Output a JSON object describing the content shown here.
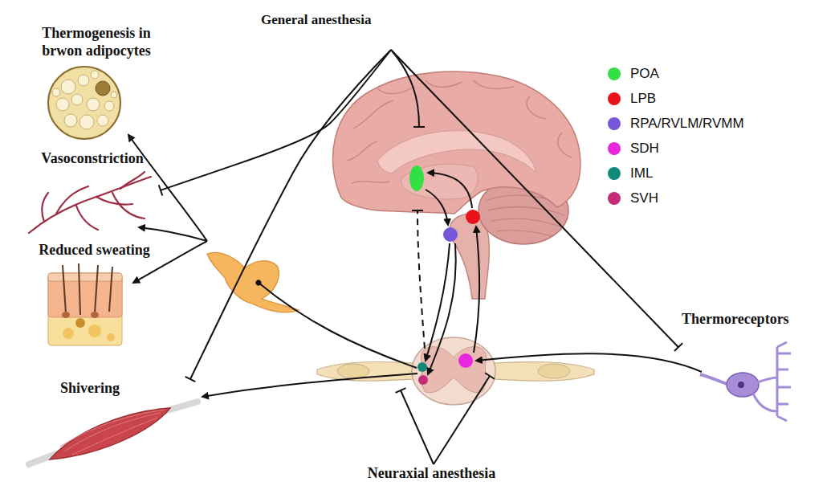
{
  "diagram": {
    "nodes": [
      {
        "text": [
          "General anesthesia"
        ]
      },
      {
        "text": [
          "Thermogenesis in brwon adipocytes"
        ]
      },
      {
        "text": [
          "Vasoconstriction"
        ]
      },
      {
        "text": [
          "Reduced sweating"
        ]
      },
      {
        "text": [
          "Shivering"
        ]
      },
      {
        "text": [
          "Thermoreceptors"
        ]
      },
      {
        "text": [
          "Neuraxial anesthesia"
        ]
      }
    ],
    "edges": [
      {
        "from": 0,
        "to": 2,
        "arrow": "to"
      },
      {
        "from": 0,
        "to": 4,
        "arrow": "to"
      },
      {
        "from": 0,
        "to": 5,
        "arrow": "to"
      }
    ],
    "legend": [
      {
        "text": "POA",
        "color": "#33e044"
      },
      {
        "text": "LPB",
        "color": "#e8131a"
      },
      {
        "text": "RPA/RVLM/RVMM",
        "color": "#7657dc"
      },
      {
        "text": "SDH",
        "color": "#e826df"
      },
      {
        "text": "IML",
        "color": "#13897a"
      },
      {
        "text": "SVH",
        "color": "#c42b78"
      }
    ]
  }
}
